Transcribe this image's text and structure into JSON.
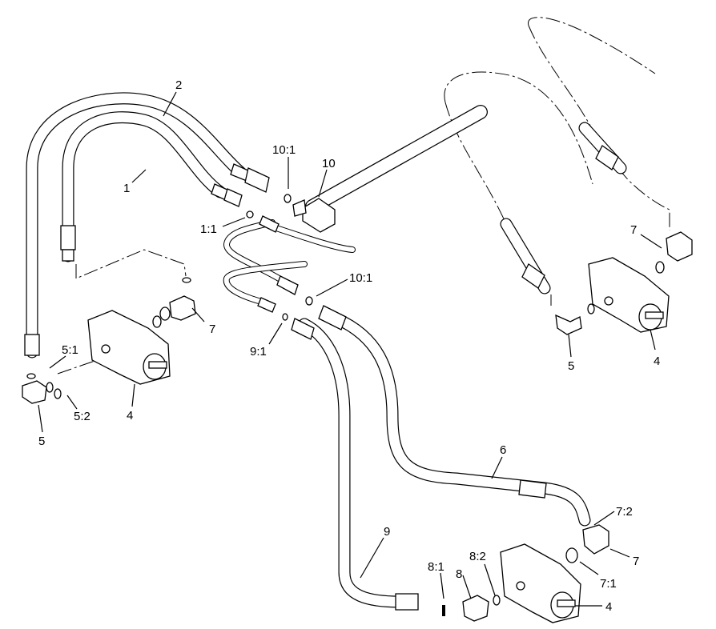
{
  "callouts": [
    {
      "id": "c-2",
      "text": "2"
    },
    {
      "id": "c-1",
      "text": "1"
    },
    {
      "id": "c-10-1-top",
      "text": "10:1"
    },
    {
      "id": "c-10",
      "text": "10"
    },
    {
      "id": "c-1-1",
      "text": "1:1"
    },
    {
      "id": "c-10-1-mid",
      "text": "10:1"
    },
    {
      "id": "c-9-1",
      "text": "9:1"
    },
    {
      "id": "c-7-left",
      "text": "7"
    },
    {
      "id": "c-5-1",
      "text": "5:1"
    },
    {
      "id": "c-5-2",
      "text": "5:2"
    },
    {
      "id": "c-5-left",
      "text": "5"
    },
    {
      "id": "c-4-left",
      "text": "4"
    },
    {
      "id": "c-7-right",
      "text": "7"
    },
    {
      "id": "c-5-right",
      "text": "5"
    },
    {
      "id": "c-4-right",
      "text": "4"
    },
    {
      "id": "c-6",
      "text": "6"
    },
    {
      "id": "c-7-2",
      "text": "7:2"
    },
    {
      "id": "c-7-bottom",
      "text": "7"
    },
    {
      "id": "c-7-1",
      "text": "7:1"
    },
    {
      "id": "c-9",
      "text": "9"
    },
    {
      "id": "c-8-1",
      "text": "8:1"
    },
    {
      "id": "c-8",
      "text": "8"
    },
    {
      "id": "c-8-2",
      "text": "8:2"
    },
    {
      "id": "c-4-bottom",
      "text": "4"
    }
  ]
}
